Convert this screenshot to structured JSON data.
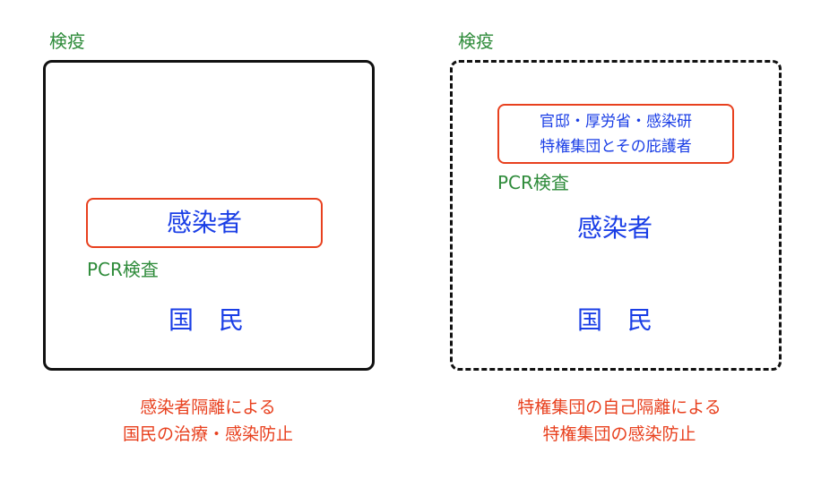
{
  "left": {
    "label": "検疫",
    "highlight": "感染者",
    "test": "PCR検査",
    "citizens": "国　民",
    "caption": [
      "感染者隔離による",
      "国民の治療・感染防止"
    ]
  },
  "right": {
    "label": "検疫",
    "highlight": [
      "官邸・厚労省・感染研",
      "特権集団とその庇護者"
    ],
    "test": "PCR検査",
    "infected": "感染者",
    "citizens": "国　民",
    "caption": [
      "特権集団の自己隔離による",
      "特権集団の感染防止"
    ]
  },
  "colors": {
    "green": "#2e8b3a",
    "blue": "#1a3ee6",
    "red": "#e8401e",
    "frame": "#111111"
  }
}
